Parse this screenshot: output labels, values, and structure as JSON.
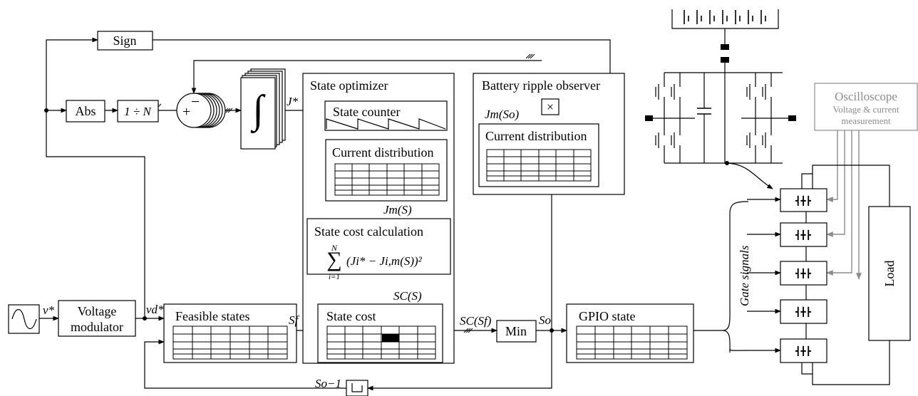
{
  "labels": {
    "sign": "Sign",
    "abs": "Abs",
    "one_to_n": "1 ÷ N",
    "plus": "+",
    "minus": "−",
    "integral": "∫",
    "j_star": "J*",
    "state_optimizer": "State optimizer",
    "state_counter": "State counter",
    "current_distribution": "Current distribution",
    "jm_s": "Jm(S)",
    "state_cost_calculation": "State cost calculation",
    "sum_top": "N",
    "sum_symbol": "∑",
    "sum_bottom": "i=1",
    "sum_expr": "(Ji* − Ji,m(S))²",
    "sc_s": "SC(S)",
    "battery_ripple_observer": "Battery ripple observer",
    "jm_so": "Jm(So)",
    "multiply": "×",
    "v_star": "v*",
    "voltage_modulator_line1": "Voltage",
    "voltage_modulator_line2": "modulator",
    "vd_star": "vd*",
    "feasible_states": "Feasible states",
    "s_f": "Sf",
    "state_cost": "State cost",
    "sc_sf": "SC(Sf)",
    "min": "Min",
    "s_o": "So",
    "s_o_inv": "So−1",
    "gpio_state": "GPIO state",
    "gate_signals": "Gate signals",
    "oscilloscope_title": "Oscilloscope",
    "oscilloscope_sub1": "Voltage & current",
    "oscilloscope_sub2": "measurement",
    "load": "Load"
  },
  "colors": {
    "line": "#000000",
    "instrument": "#8c8c8c",
    "highlight_cell": "#000000"
  }
}
